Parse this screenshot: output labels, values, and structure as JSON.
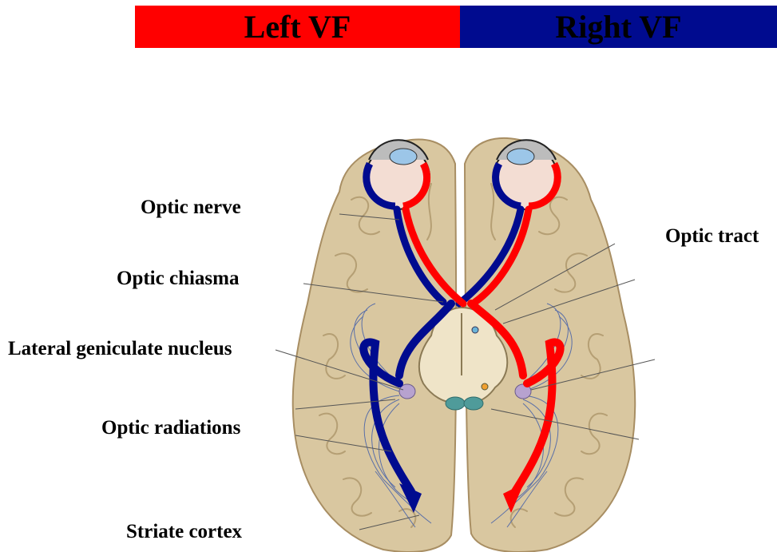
{
  "header": {
    "left_label": "Left VF",
    "right_label": "Right VF"
  },
  "labels": {
    "optic_nerve": "Optic nerve",
    "optic_chiasma": "Optic chiasma",
    "lateral_geniculate_nucleus": "Lateral geniculate nucleus",
    "optic_radiations": "Optic radiations",
    "striate_cortex": "Striate cortex",
    "optic_tract": "Optic tract"
  },
  "colors": {
    "left_vf": "#ff0000",
    "right_vf": "#000b8f",
    "brain": "#d9c7a0",
    "brain_stroke": "#a88e63",
    "brainstem": "#efe4c8",
    "radiations": "#5a6fa8"
  }
}
